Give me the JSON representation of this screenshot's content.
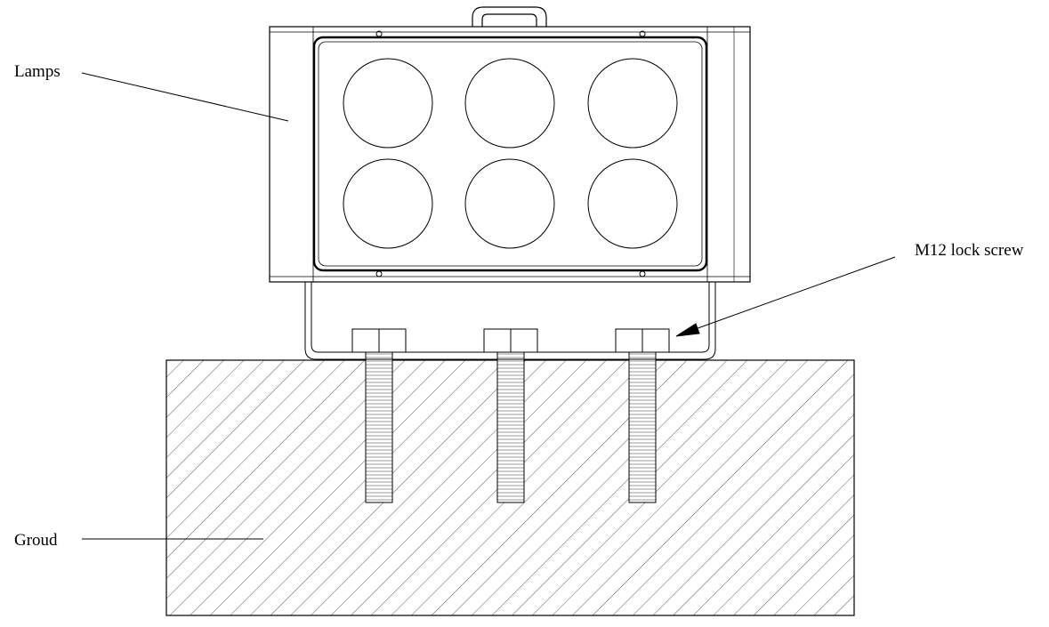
{
  "labels": {
    "lamps": "Lamps",
    "lock_screw": "M12 lock screw",
    "ground": "Groud"
  },
  "drawing": {
    "lamp_count": 6,
    "lamp_rows": 2,
    "lamp_columns": 3,
    "screw_count": 3,
    "line_color": "#000000",
    "background": "#ffffff"
  }
}
